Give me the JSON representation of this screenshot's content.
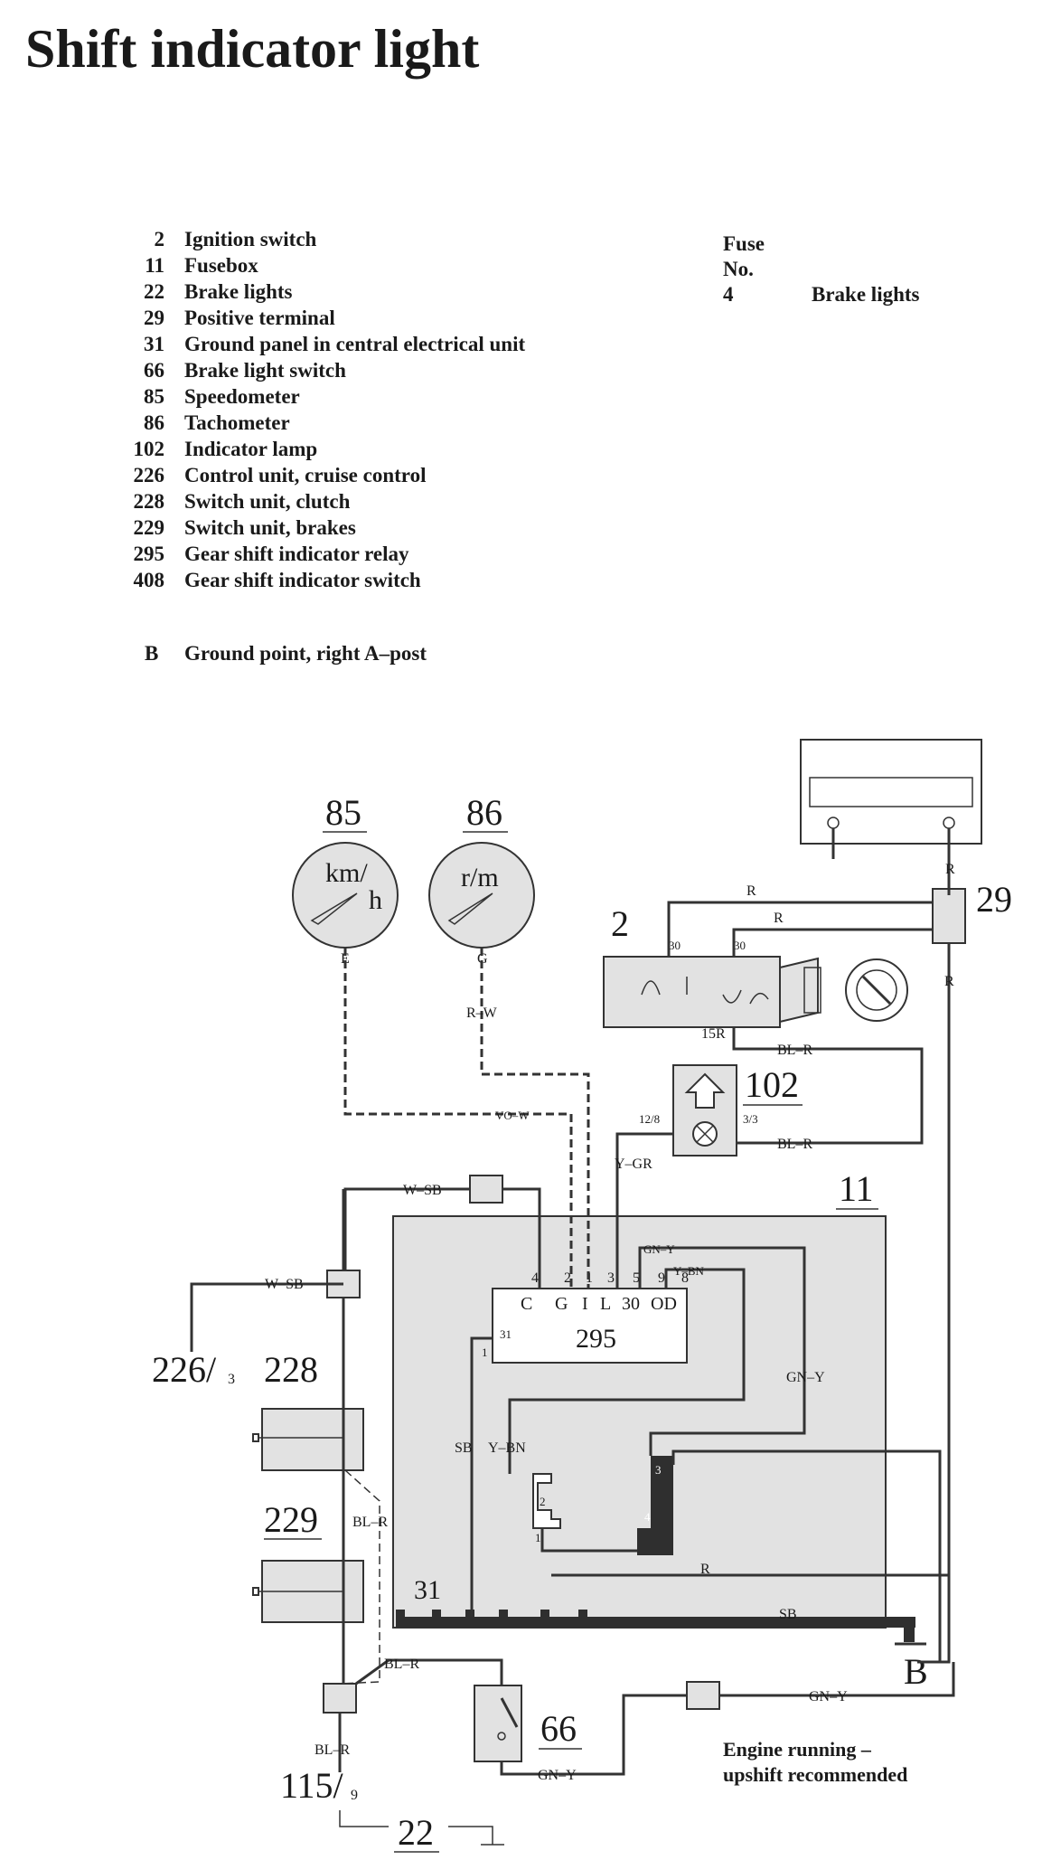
{
  "title": "Shift indicator light",
  "legend": [
    {
      "num": "2",
      "text": "Ignition switch"
    },
    {
      "num": "11",
      "text": "Fusebox"
    },
    {
      "num": "22",
      "text": "Brake lights"
    },
    {
      "num": "29",
      "text": "Positive terminal"
    },
    {
      "num": "31",
      "text": "Ground panel in central electrical unit"
    },
    {
      "num": "66",
      "text": "Brake light switch"
    },
    {
      "num": "85",
      "text": "Speedometer"
    },
    {
      "num": "86",
      "text": "Tachometer"
    },
    {
      "num": "102",
      "text": "Indicator lamp"
    },
    {
      "num": "226",
      "text": "Control unit, cruise control"
    },
    {
      "num": "228",
      "text": "Switch unit, clutch"
    },
    {
      "num": "229",
      "text": "Switch unit, brakes"
    },
    {
      "num": "295",
      "text": "Gear shift indicator relay"
    },
    {
      "num": "408",
      "text": "Gear shift indicator switch"
    }
  ],
  "ground": {
    "num": "B",
    "text": "Ground point, right A–post"
  },
  "fuse": {
    "header1": "Fuse",
    "header2": "No.",
    "number": "4",
    "text": "Brake lights"
  },
  "note": {
    "line1": "Engine running –",
    "line2": "upshift recommended"
  },
  "diagram": {
    "components": {
      "c85": "85",
      "c86": "86",
      "c2": "2",
      "c29": "29",
      "c102": "102",
      "c11": "11",
      "c295": "295",
      "c228": "228",
      "c229": "229",
      "c226": "226/",
      "c226sub": "3",
      "c31": "31",
      "cB": "B",
      "c66": "66",
      "c115": "115/",
      "c115sub": "9",
      "c22": "22"
    },
    "gauges": {
      "speedo_top": "km/",
      "speedo_bottom": "h",
      "tacho": "r/m",
      "speedo_term": "E",
      "tacho_term": "G"
    },
    "relay_terminals": {
      "pins": [
        "4",
        "2",
        "1",
        "3",
        "5",
        "9",
        "8"
      ],
      "names": [
        "C",
        "G",
        "I",
        "L",
        "30",
        "OD"
      ],
      "left_pin": "31",
      "left_num": "1"
    },
    "ignition_terminals": {
      "t1": "30",
      "t2": "30",
      "t3": "15R"
    },
    "lamp_pins": {
      "left": "12/8",
      "right": "3/3"
    },
    "switch408_pins": {
      "a": "2",
      "b": "1",
      "c": "3",
      "d": "4"
    },
    "wires": {
      "r": "R",
      "r_w": "R–W",
      "vo_w": "VO–W",
      "w_sb": "W–SB",
      "y_gr": "Y–GR",
      "bl_r": "BL–R",
      "gn_y": "GN–Y",
      "y_bn": "Y–BN",
      "sb": "SB"
    }
  },
  "colors": {
    "shading": "#e2e2e2",
    "ink": "#333333"
  }
}
